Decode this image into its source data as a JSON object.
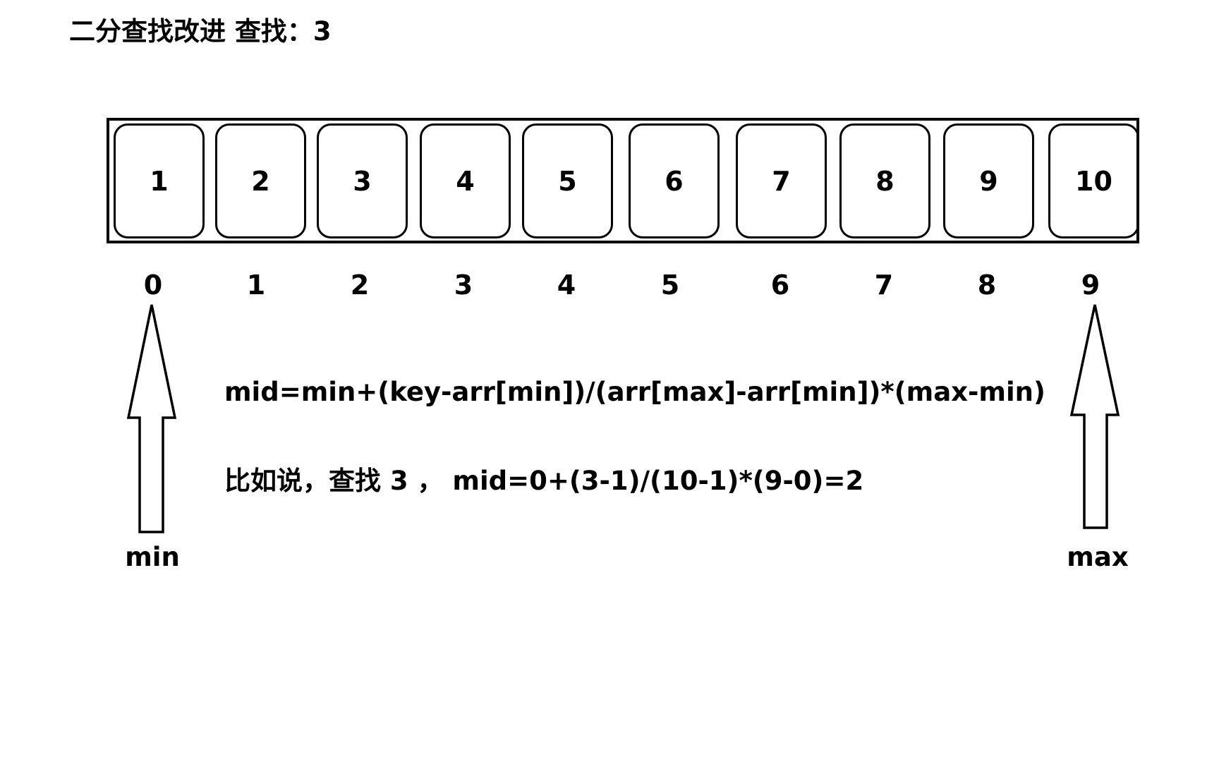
{
  "title": "二分查找改进 查找：3",
  "array": {
    "values": [
      "1",
      "2",
      "3",
      "4",
      "5",
      "6",
      "7",
      "8",
      "9",
      "10"
    ],
    "indices": [
      "0",
      "1",
      "2",
      "3",
      "4",
      "5",
      "6",
      "7",
      "8",
      "9"
    ]
  },
  "pointers": {
    "min_label": "min",
    "max_label": "max"
  },
  "formula": "mid=min+(key-arr[min])/(arr[max]-arr[min])*(max-min)",
  "example": "比如说，查找 3 ， mid=0+(3-1)/(10-1)*(9-0)=2"
}
